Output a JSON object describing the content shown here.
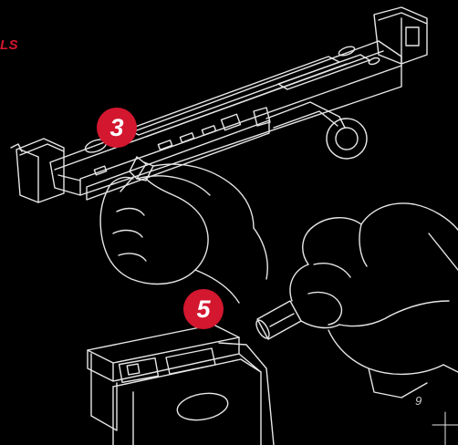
{
  "heading": {
    "fragment": "LS"
  },
  "steps": [
    {
      "number": "3"
    },
    {
      "number": "5"
    }
  ],
  "page_number": "9",
  "colors": {
    "background": "#000000",
    "accent": "#d3172f",
    "line_art": "#e6e6e6"
  }
}
